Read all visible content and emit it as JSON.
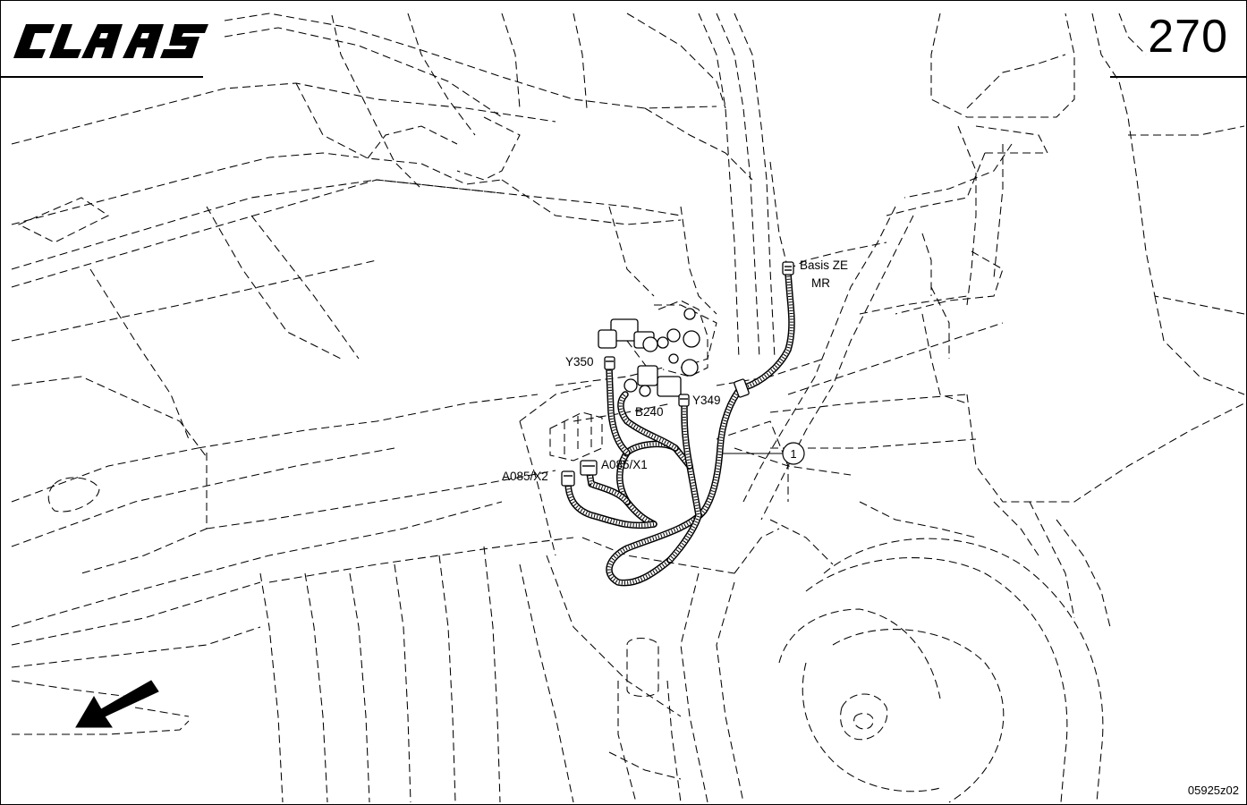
{
  "header": {
    "brand": "CLAAS",
    "page_number": "270"
  },
  "labels": {
    "basis_ze": "Basis ZE",
    "mr": "MR",
    "y350": "Y350",
    "y349": "Y349",
    "b240": "B240",
    "a085_x1": "A085/X1",
    "a085_x2": "A085/X2",
    "callout_1": "1"
  },
  "footer": {
    "drawing_id": "05925z02"
  },
  "icons": {
    "logo": "claas-logo",
    "direction": "forward-direction-arrow-icon"
  }
}
